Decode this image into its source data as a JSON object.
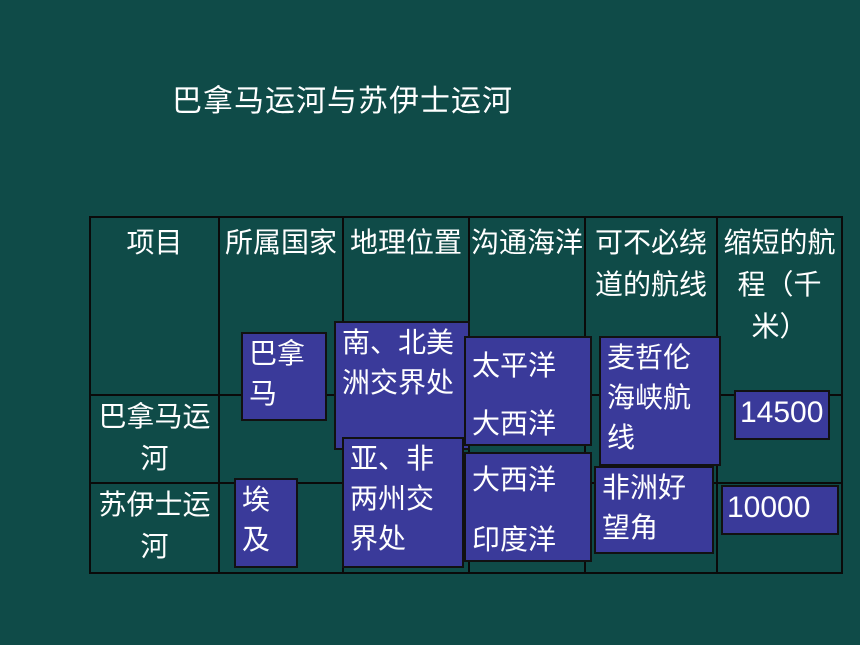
{
  "title": "巴拿马运河与苏伊士运河",
  "table": {
    "headers": [
      "项目",
      "所属国家",
      "地理位置",
      "沟通海洋",
      "可不必绕道的航线",
      "缩短的航程（千米）"
    ],
    "rows": [
      {
        "label": "巴拿马运河"
      },
      {
        "label": "苏伊士运河"
      }
    ]
  },
  "boxes": {
    "panama_country": "巴拿马",
    "panama_location": "南、北美洲交界处",
    "panama_ocean_1": "太平洋",
    "panama_ocean_2": "大西洋",
    "panama_route": "麦哲伦海峡航线",
    "panama_distance": "14500",
    "suez_country": "埃及",
    "suez_location": "亚、非两州交界处",
    "suez_ocean_1": "大西洋",
    "suez_ocean_2": "印度洋",
    "suez_route": "非洲好望角",
    "suez_distance": "10000"
  }
}
